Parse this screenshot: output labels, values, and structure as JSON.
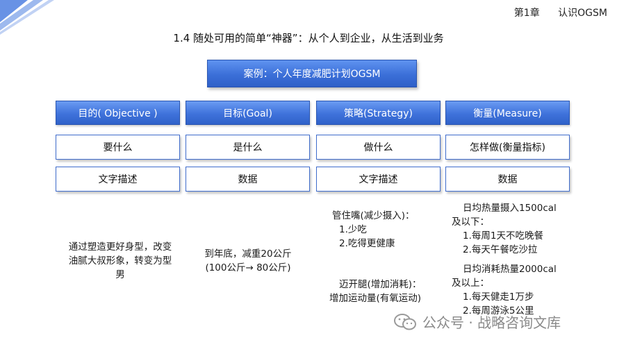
{
  "header": {
    "chapter_number": "第1章",
    "chapter_title": "认识OGSM"
  },
  "section_title": "1.4  随处可用的简单“神器”：从个人到企业，从生活到业务",
  "banner": "案例：个人年度减肥计划OGSM",
  "columns": [
    {
      "header": "目的( Objective )",
      "question": "要什么",
      "form": "文字描述"
    },
    {
      "header": "目标(Goal)",
      "question": "是什么",
      "form": "数据"
    },
    {
      "header": "策略(Strategy)",
      "question": "做什么",
      "form": "文字描述"
    },
    {
      "header": "衡量(Measure)",
      "question": "怎样做(衡量指标)",
      "form": "数据"
    }
  ],
  "objective_text": [
    "通过塑造更好身型，改变",
    "油腻大叔形象，转变为型",
    "男"
  ],
  "goal_text": [
    "到年底，减重20公斤",
    "(100公斤→ 80公斤)"
  ],
  "strategy_1": [
    "管住嘴(减少摄入)：",
    "1.少吃",
    "2.吃得更健康"
  ],
  "strategy_2": [
    "迈开腿(增加消耗)：",
    "增加运动量(有氧运动)"
  ],
  "measure_1": [
    "日均热量摄入1500cal",
    "及以下：",
    "1.每周1天不吃晚餐",
    "2.每天午餐吃沙拉"
  ],
  "measure_2": [
    "日均消耗热量2000cal",
    "及以上：",
    "1.每天健走1万步",
    "2.每周游泳5公里"
  ],
  "watermark": "公众号 · 战略咨询文库",
  "colors": {
    "accent": "#3b6fd8",
    "stripe": "#4d7fe0"
  }
}
